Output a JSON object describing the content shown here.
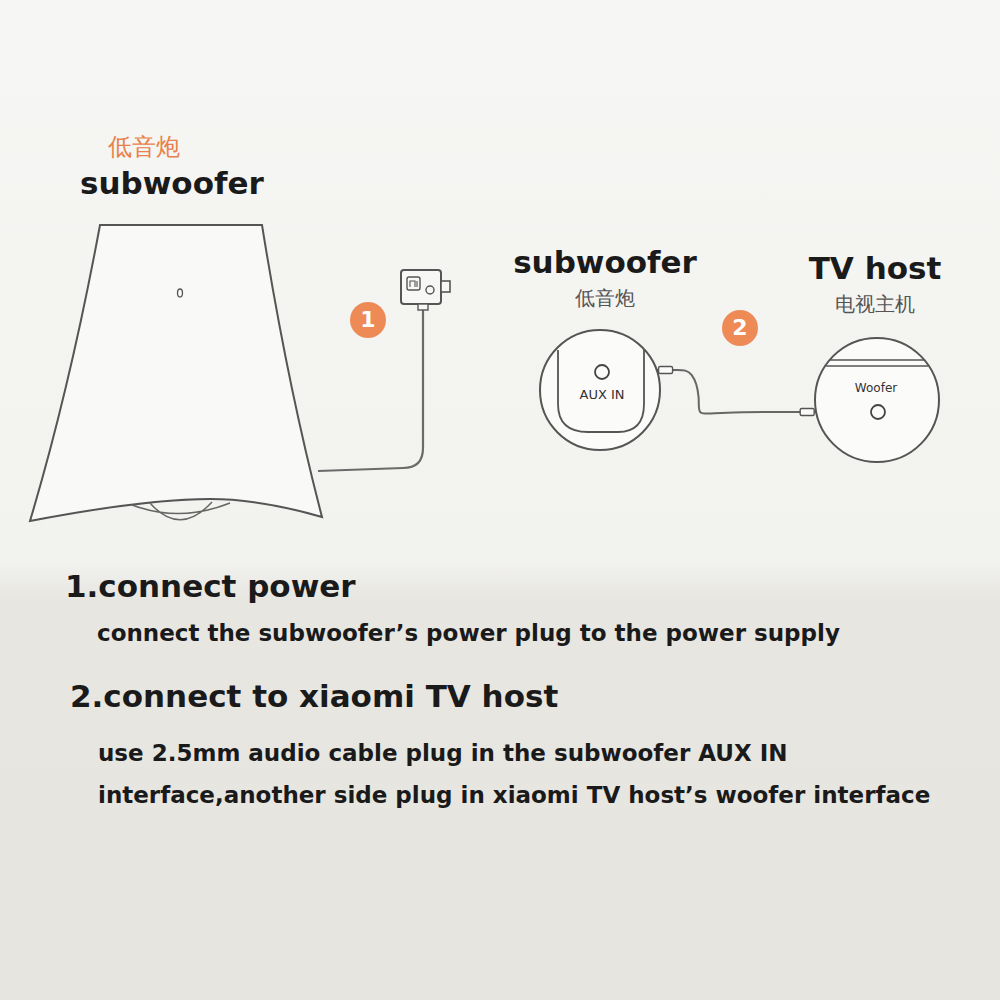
{
  "diagram": {
    "nodes": [
      {
        "text": [
          "低音炮",
          "subwoofer"
        ]
      },
      {
        "text": [
          "subwoofer",
          "低音炮",
          "AUX IN"
        ]
      },
      {
        "text": [
          "TV host",
          "电视主机",
          "Woofer"
        ]
      }
    ],
    "edges": [
      {
        "from": 1,
        "to": 2,
        "arrow": "none"
      }
    ],
    "labels": [
      "1",
      "2",
      "1.connect power",
      "connect the subwoofer’s power plug to the power supply",
      "2.connect to xiaomi TV host",
      "use 2.5mm audio cable plug in the subwoofer AUX IN interface,another side plug in xiaomi TV host’s woofer interface"
    ]
  }
}
